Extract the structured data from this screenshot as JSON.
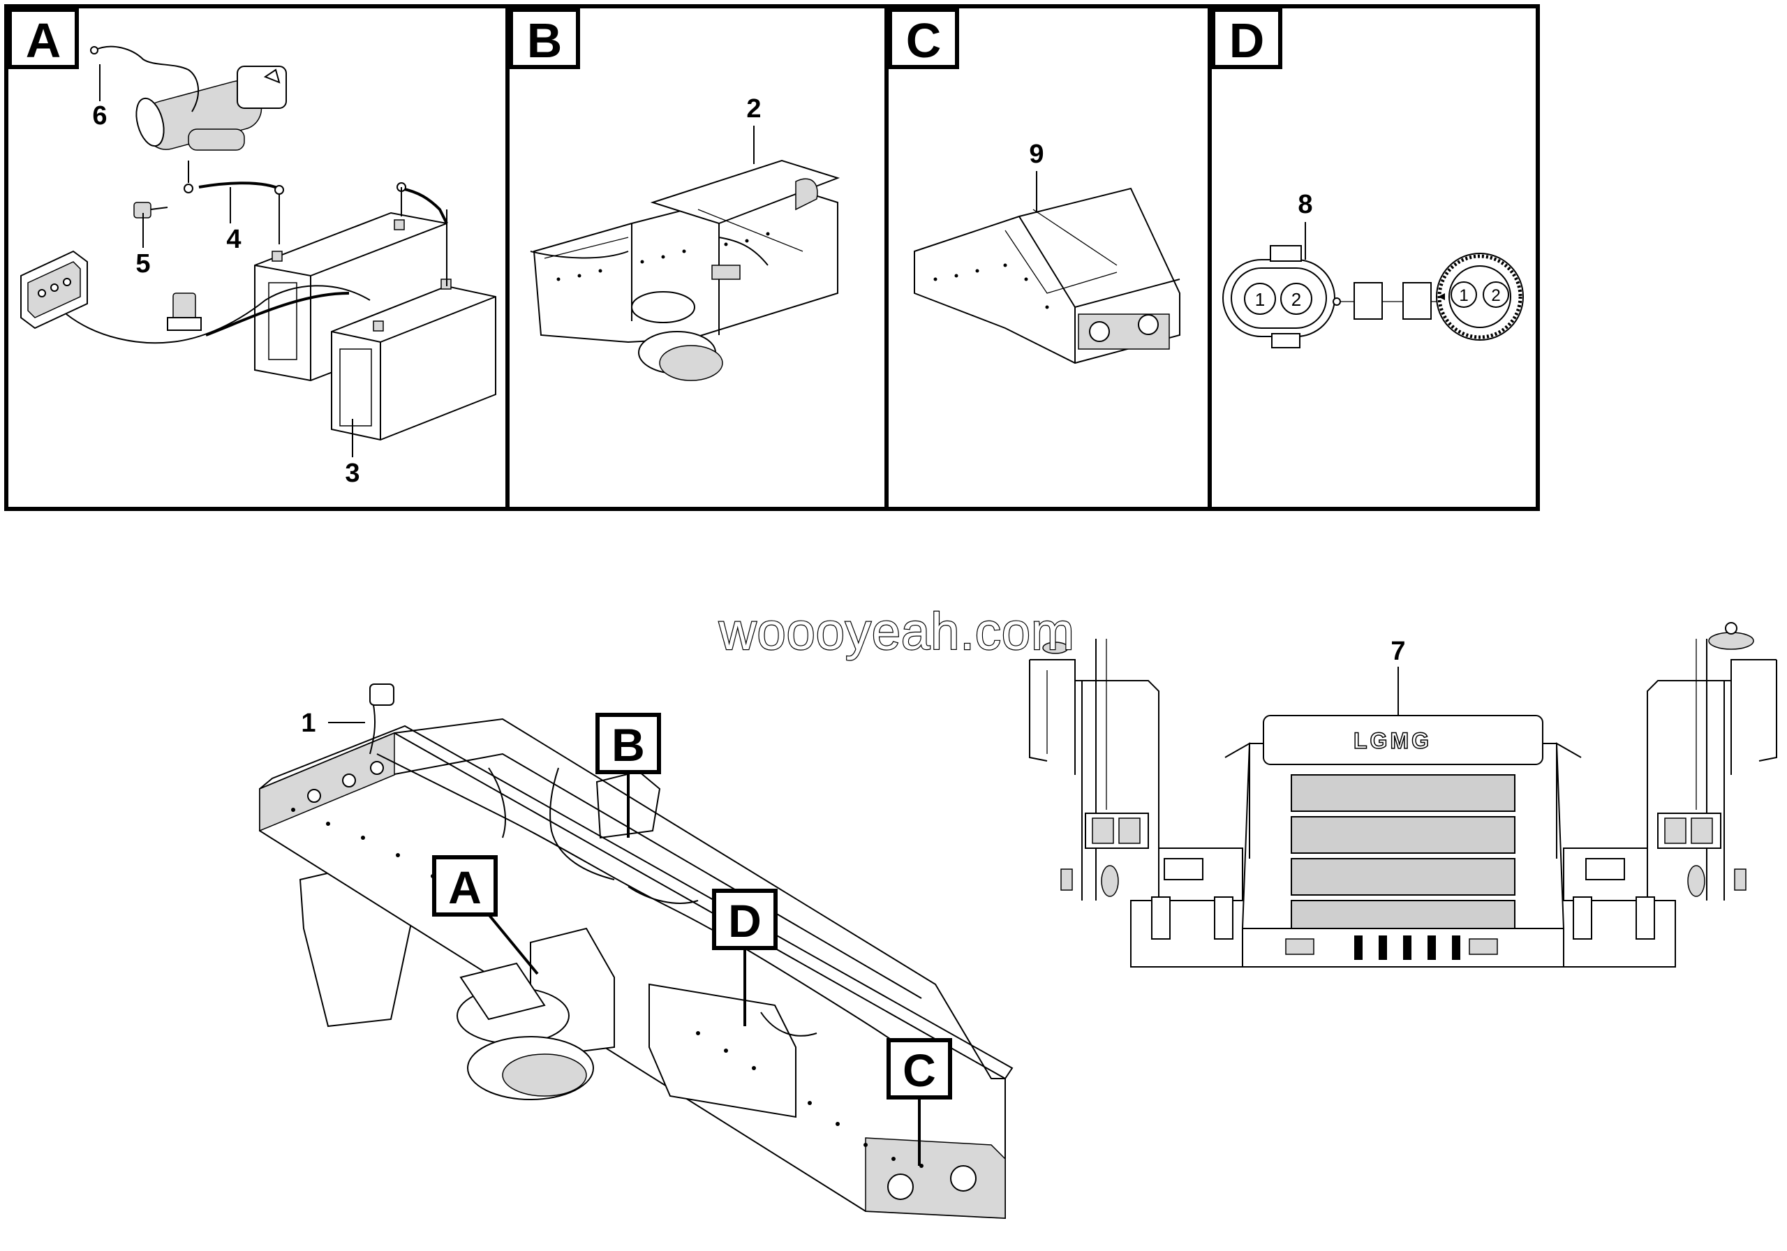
{
  "watermark": "woooyeah.com",
  "brand_logo": "LGMG",
  "panels": [
    {
      "id": "A",
      "label": "A",
      "callouts": [
        "6",
        "5",
        "4",
        "3"
      ]
    },
    {
      "id": "B",
      "label": "B",
      "callouts": [
        "2"
      ]
    },
    {
      "id": "C",
      "label": "C",
      "callouts": [
        "9"
      ]
    },
    {
      "id": "D",
      "label": "D",
      "callouts": [
        "8"
      ]
    }
  ],
  "connector_pins": [
    "1",
    "2"
  ],
  "main_view": {
    "callouts": [
      "1"
    ],
    "detail_markers": [
      "A",
      "B",
      "C",
      "D"
    ]
  },
  "rear_view": {
    "callouts": [
      "7"
    ]
  }
}
